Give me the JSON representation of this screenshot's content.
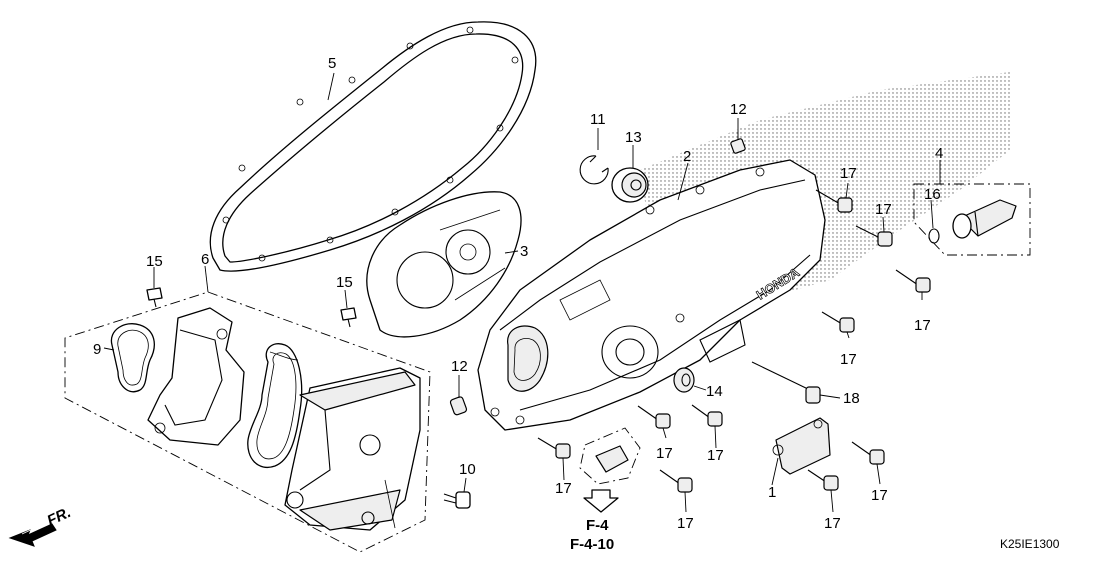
{
  "callouts": {
    "n1": "1",
    "n2": "2",
    "n3": "3",
    "n4": "4",
    "n5": "5",
    "n6": "6",
    "n9": "9",
    "n10": "10",
    "n11": "11",
    "n12a": "12",
    "n12b": "12",
    "n13": "13",
    "n14": "14",
    "n15a": "15",
    "n15b": "15",
    "n16": "16",
    "n17a": "17",
    "n17b": "17",
    "n17c": "17",
    "n17d": "17",
    "n17e": "17",
    "n17f": "17",
    "n17g": "17",
    "n17h": "17",
    "n17i": "17",
    "n17j": "17",
    "n18": "18"
  },
  "references": {
    "ref1": "F-4",
    "ref2": "F-4-10"
  },
  "direction": "FR.",
  "cover_brand": "HONDA",
  "diagram_code": "K25IE1300"
}
